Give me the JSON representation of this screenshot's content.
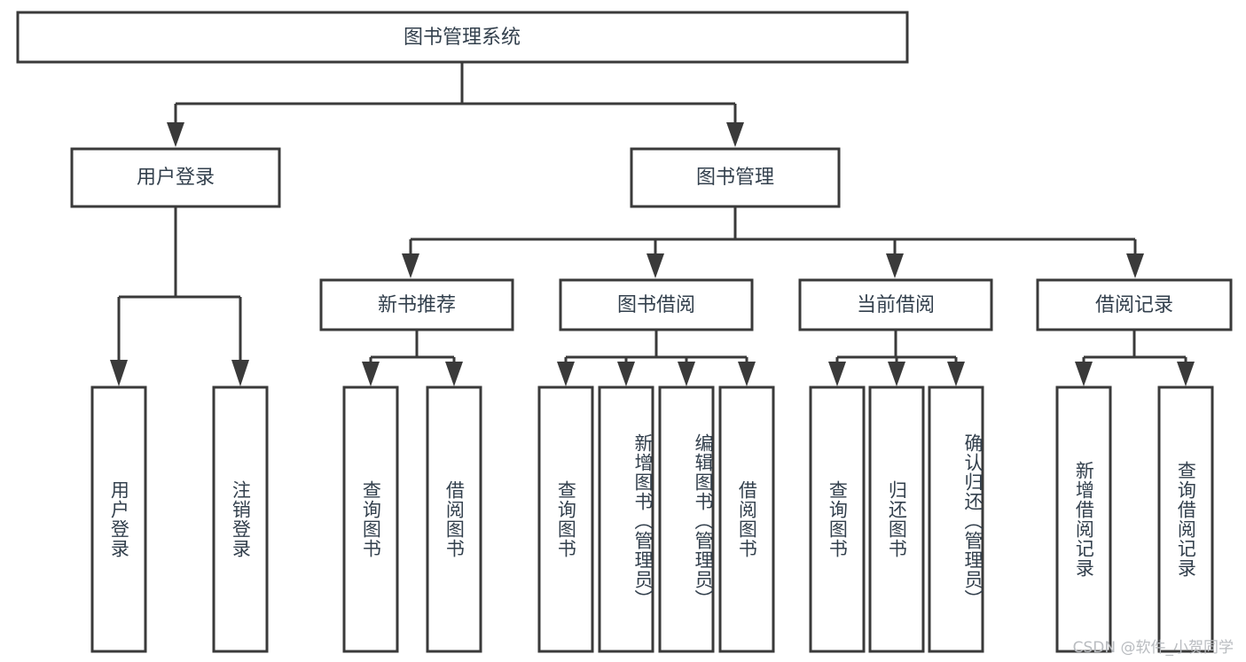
{
  "diagram": {
    "title": "图书管理系统",
    "type": "tree-hierarchy-chart",
    "watermark": "CSDN @软件_小贺同学",
    "colors": {
      "box_stroke": "#3a3a3a",
      "box_fill": "#ffffff",
      "text": "#33404d",
      "background": "#ffffff",
      "watermark": "#b9bcc0"
    },
    "root": {
      "label": "图书管理系统"
    },
    "level2": [
      {
        "label": "用户登录"
      },
      {
        "label": "图书管理"
      }
    ],
    "level3": [
      {
        "label": "新书推荐"
      },
      {
        "label": "图书借阅"
      },
      {
        "label": "当前借阅"
      },
      {
        "label": "借阅记录"
      }
    ],
    "leaves": {
      "user_login": [
        {
          "label": "用户登录"
        },
        {
          "label": "注销登录"
        }
      ],
      "new_book_recommend": [
        {
          "label": "查询图书"
        },
        {
          "label": "借阅图书"
        }
      ],
      "book_borrow": [
        {
          "label": "查询图书"
        },
        {
          "label": "新增图书（管理员）"
        },
        {
          "label": "编辑图书（管理员）"
        },
        {
          "label": "借阅图书"
        }
      ],
      "current_borrow": [
        {
          "label": "查询图书"
        },
        {
          "label": "归还图书"
        },
        {
          "label": "确认归还（管理员）"
        }
      ],
      "borrow_records": [
        {
          "label": "新增借阅记录"
        },
        {
          "label": "查询借阅记录"
        }
      ]
    }
  }
}
